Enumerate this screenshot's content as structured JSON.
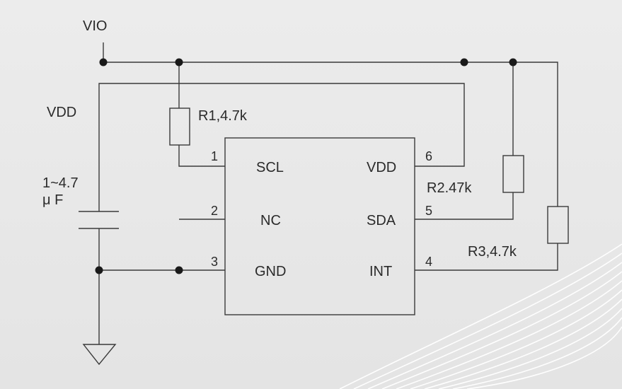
{
  "labels": {
    "vio": "VIO",
    "vdd_left": "VDD",
    "cap_value_line1": "1~4.7",
    "cap_value_line2": "μ F",
    "r1": "R1,4.7k",
    "r2": "R2.47k",
    "r3": "R3,4.7k"
  },
  "chip": {
    "pins": [
      {
        "number": "1",
        "name": "SCL"
      },
      {
        "number": "2",
        "name": "NC"
      },
      {
        "number": "3",
        "name": "GND"
      },
      {
        "number": "4",
        "name": "INT"
      },
      {
        "number": "5",
        "name": "SDA"
      },
      {
        "number": "6",
        "name": "VDD"
      }
    ]
  },
  "colors": {
    "line": "#3a3a3a",
    "background": "#e8e8e8",
    "decoration": "#ffffff"
  }
}
